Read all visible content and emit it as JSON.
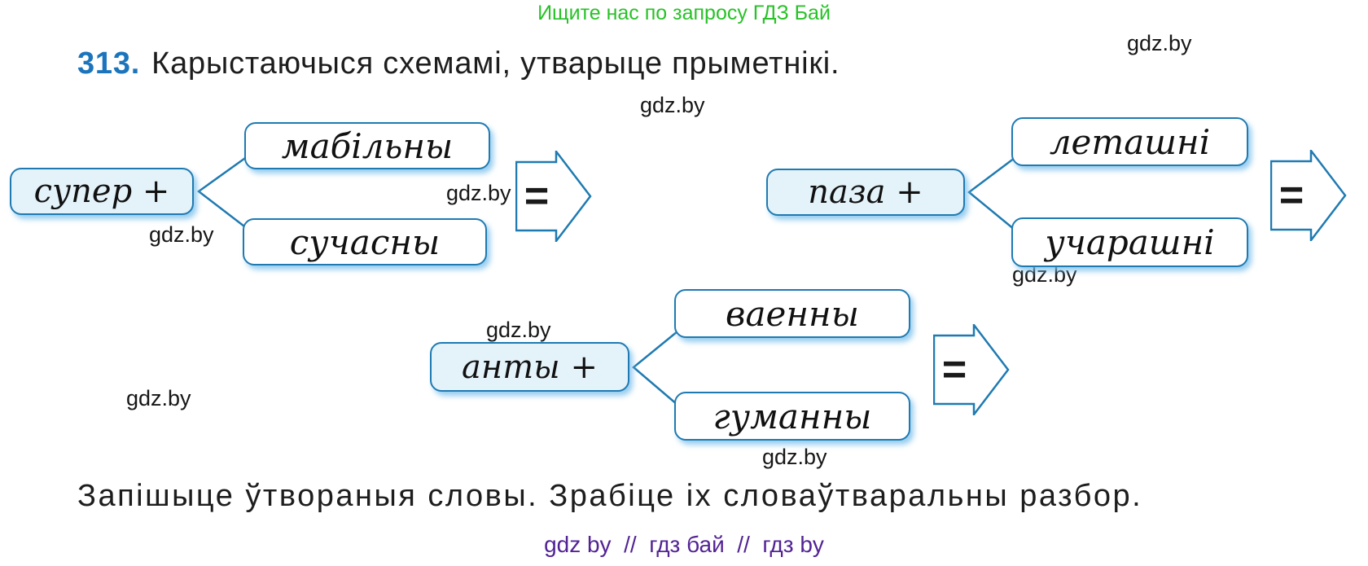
{
  "page": {
    "promo_top": "Ищите нас по запросу ГДЗ Бай",
    "promo_bottom": "gdz by  //  гдз бай  //  гдз by",
    "watermark": "gdz.by"
  },
  "exercise": {
    "number": "313.",
    "task": "Карыстаючыся схемамі, утварыце прыметнікі.",
    "followup": "Запішыце ўтвораныя словы. Зрабіце іх словаўтваральны разбор."
  },
  "equals": "=",
  "schemas": [
    {
      "prefix": "супер +",
      "top_word": "мабільны",
      "bottom_word": "сучасны"
    },
    {
      "prefix": "паза +",
      "top_word": "леташні",
      "bottom_word": "учарашні"
    },
    {
      "prefix": "анты +",
      "top_word": "ваенны",
      "bottom_word": "гуманны"
    }
  ],
  "colors": {
    "box_border": "#1f7ab1",
    "prefix_box_fill": "#e4f2fa",
    "exercise_number": "#1c75bc",
    "promo_green": "#28c228",
    "promo_purple": "#522394"
  }
}
